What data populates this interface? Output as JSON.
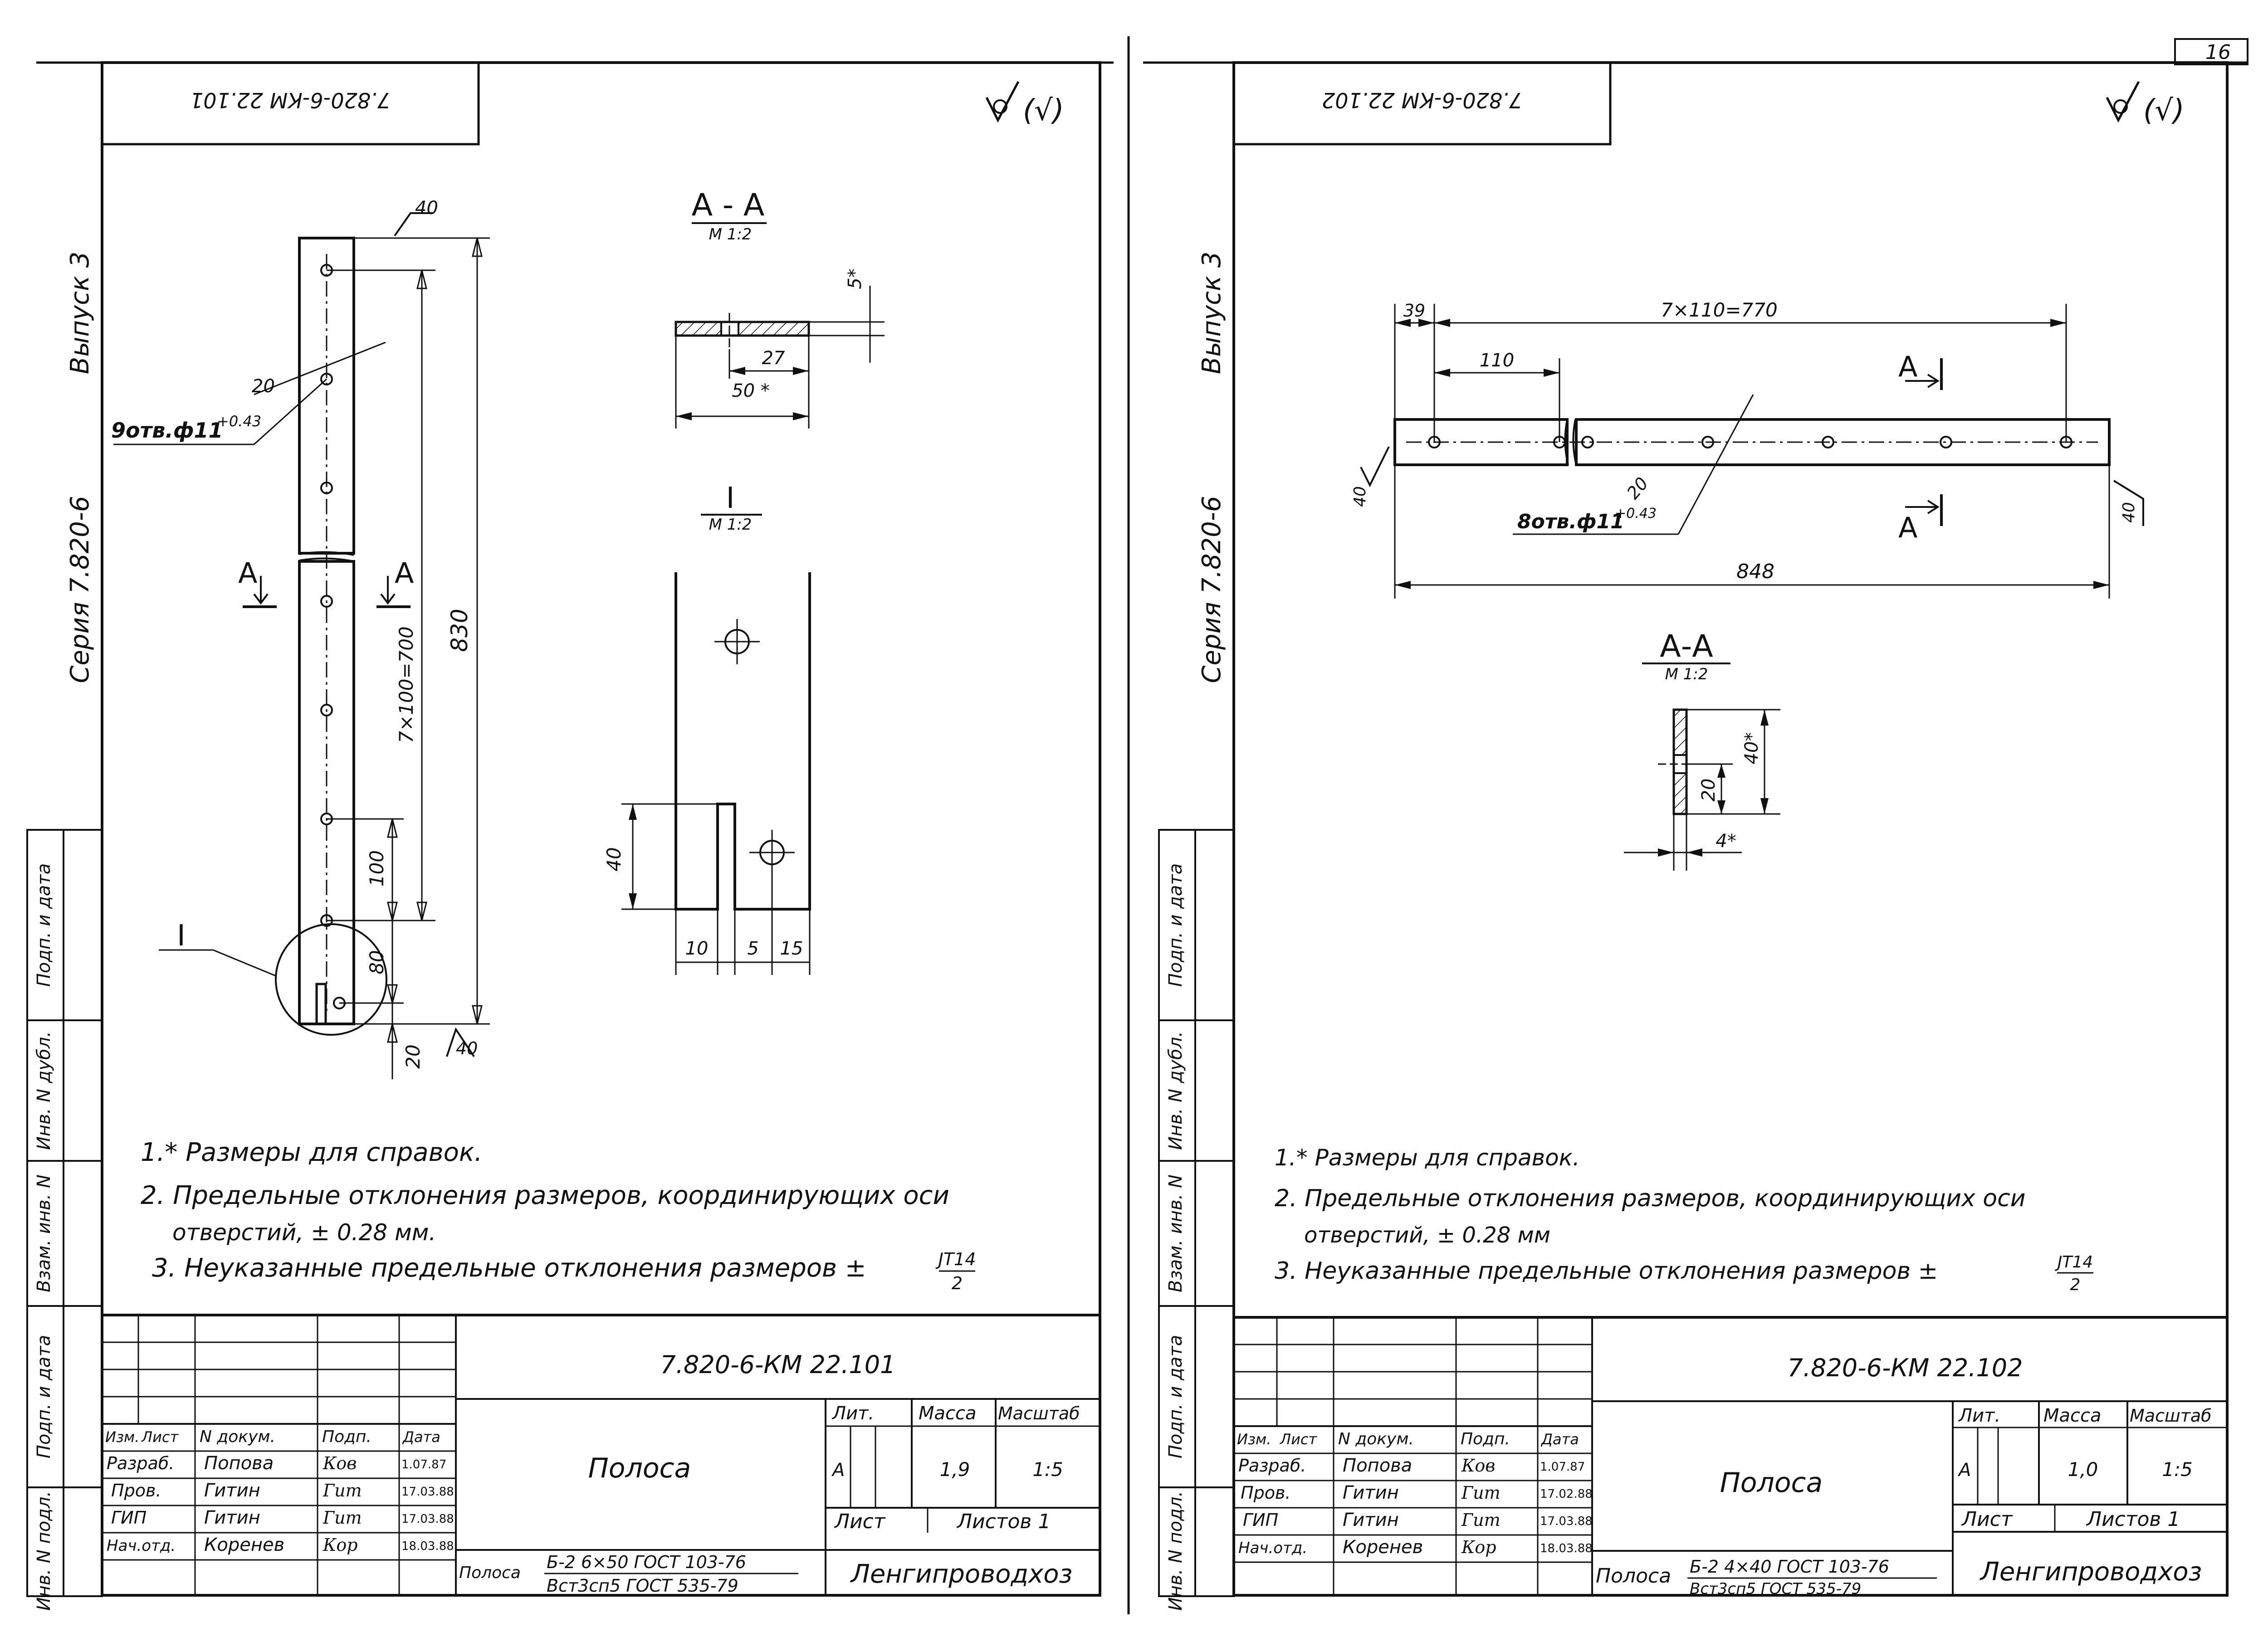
{
  "page_number": "16",
  "sheets": [
    {
      "stamp_top": "7.820-6-КМ 22.101",
      "roughness": "(√)",
      "series": "Серия 7.820-6",
      "issue": "Выпуск 3",
      "holes_note": "9отв.ф11",
      "holes_tol": "+0.43",
      "dims": {
        "d40_top": "40",
        "d20": "20",
        "d830": "830",
        "d700": "7×100=700",
        "d100": "100",
        "d80": "80",
        "d20_bottom": "20",
        "d40_bottom": "40"
      },
      "cut_letter": "А",
      "detail_mark": "I",
      "section_title": "А - А",
      "section_scale": "М 1:2",
      "section_dims": {
        "d5": "5*",
        "d27": "27",
        "d50": "50 *"
      },
      "detail_title": "I",
      "detail_scale": "М 1:2",
      "detail_dims": {
        "d40": "40",
        "d10": "10",
        "d5": "5",
        "d15": "15"
      },
      "notes": [
        "1.* Размеры для справок.",
        "2. Предельные отклонения размеров, координирующих оси",
        "отверстий, ± 0.28 мм.",
        "3. Неуказанные предельные отклонения размеров ±"
      ],
      "it_num": "JT14",
      "it_den": "2",
      "tb": {
        "doc": "7.820-6-КМ 22.101",
        "name": "Полоса",
        "head_izm": "Изм.",
        "head_list": "Лист",
        "head_doc": "N докум.",
        "head_sign": "Подп.",
        "head_date": "Дата",
        "roles": [
          "Разраб.",
          "Пров.",
          "ГИП",
          "Нач.отд."
        ],
        "people": [
          "Попова",
          "Гитин",
          "Гитин",
          "Коренев"
        ],
        "signs": [
          "Ков",
          "Гит",
          "Гит",
          "Кор"
        ],
        "dates": [
          "1.07.87",
          "17.03.88",
          "17.03.88",
          "18.03.88"
        ],
        "lit_head": "Лит.",
        "mass_head": "Масса",
        "scale_head": "Масштаб",
        "lit": "А",
        "mass": "1,9",
        "scale": "1:5",
        "sheet": "Лист",
        "sheets": "Листов 1",
        "material_prefix": "Полоса",
        "material_top": "Б-2 6×50 ГОСТ 103-76",
        "material_bottom": "Вст3сп5 ГОСТ 535-79",
        "org": "Ленгипроводхоз"
      }
    },
    {
      "stamp_top": "7.820-6-КМ 22.102",
      "roughness": "(√)",
      "series": "Серия 7.820-6",
      "issue": "Выпуск 3",
      "holes_note": "8отв.ф11",
      "holes_tol": "+0.43",
      "dims": {
        "d39": "39",
        "d770": "7×110=770",
        "d110": "110",
        "d20": "20",
        "d40_left": "40",
        "d40_right": "40",
        "d848": "848"
      },
      "cut_letter": "А",
      "section_title": "А-А",
      "section_scale": "М 1:2",
      "section_dims": {
        "d40": "40*",
        "d20": "20",
        "d4": "4*"
      },
      "notes": [
        "1.* Размеры для справок.",
        "2. Предельные отклонения размеров, координирующих оси",
        "отверстий, ± 0.28 мм",
        "3. Неуказанные предельные отклонения размеров ±"
      ],
      "it_num": "JT14",
      "it_den": "2",
      "tb": {
        "doc": "7.820-6-КМ 22.102",
        "name": "Полоса",
        "head_izm": "Изм.",
        "head_list": "Лист",
        "head_doc": "N докум.",
        "head_sign": "Подп.",
        "head_date": "Дата",
        "roles": [
          "Разраб.",
          "Пров.",
          "ГИП",
          "Нач.отд."
        ],
        "people": [
          "Попова",
          "Гитин",
          "Гитин",
          "Коренев"
        ],
        "signs": [
          "Ков",
          "Гит",
          "Гит",
          "Кор"
        ],
        "dates": [
          "1.07.87",
          "17.02.88",
          "17.03.88",
          "18.03.88"
        ],
        "lit_head": "Лит.",
        "mass_head": "Масса",
        "scale_head": "Масштаб",
        "lit": "А",
        "mass": "1,0",
        "scale": "1:5",
        "sheet": "Лист",
        "sheets": "Листов 1",
        "material_prefix": "Полоса",
        "material_top": "Б-2 4×40 ГОСТ 103-76",
        "material_bottom": "Вст3сп5 ГОСТ 535-79",
        "org": "Ленгипроводхоз"
      }
    }
  ],
  "side_labels": [
    "Подп. и дата",
    "Инв. N дубл.",
    "Взам. инв. N",
    "Подп. и дата",
    "Инв. N подл."
  ]
}
